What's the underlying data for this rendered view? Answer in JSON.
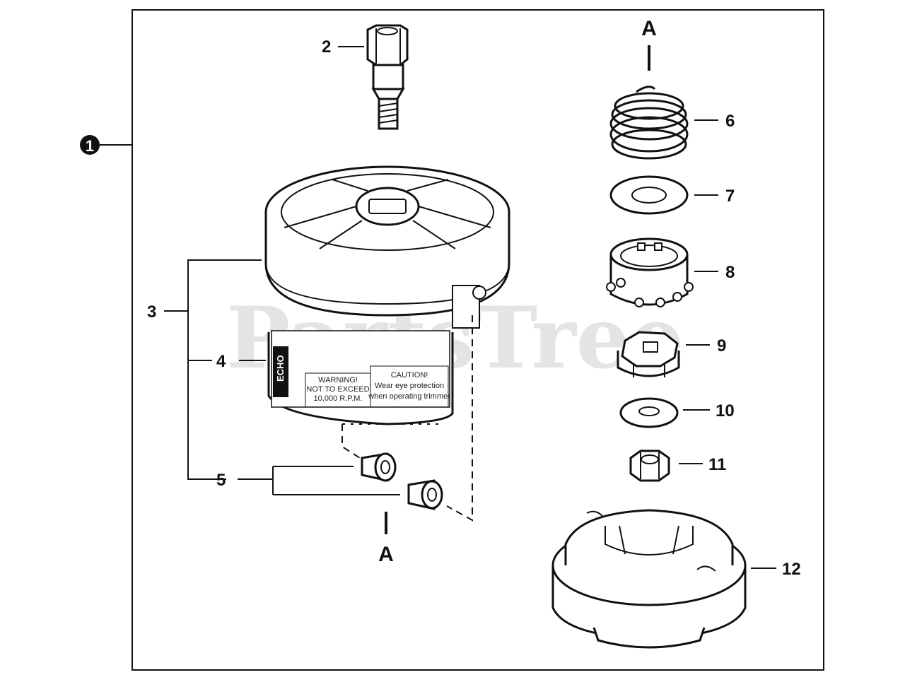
{
  "watermark": "PartsTree",
  "assembly": {
    "callout": "1"
  },
  "callouts": {
    "c2": "2",
    "c3": "3",
    "c4": "4",
    "c5": "5",
    "c6": "6",
    "c7": "7",
    "c8": "8",
    "c9": "9",
    "c10": "10",
    "c11": "11",
    "c12": "12"
  },
  "reference_marks": {
    "top": "A",
    "bottom": "A"
  },
  "decal": {
    "brand": "ECHO",
    "warning_line1": "WARNING!",
    "warning_line2": "NOT TO EXCEED",
    "warning_line3": "10,000 R.P.M.",
    "caution_line1": "CAUTION!",
    "caution_line2": "Wear eye protection",
    "caution_line3": "when operating trimmer"
  },
  "colors": {
    "ink": "#111111",
    "paper": "#ffffff",
    "watermark": "#cfcfcf"
  }
}
